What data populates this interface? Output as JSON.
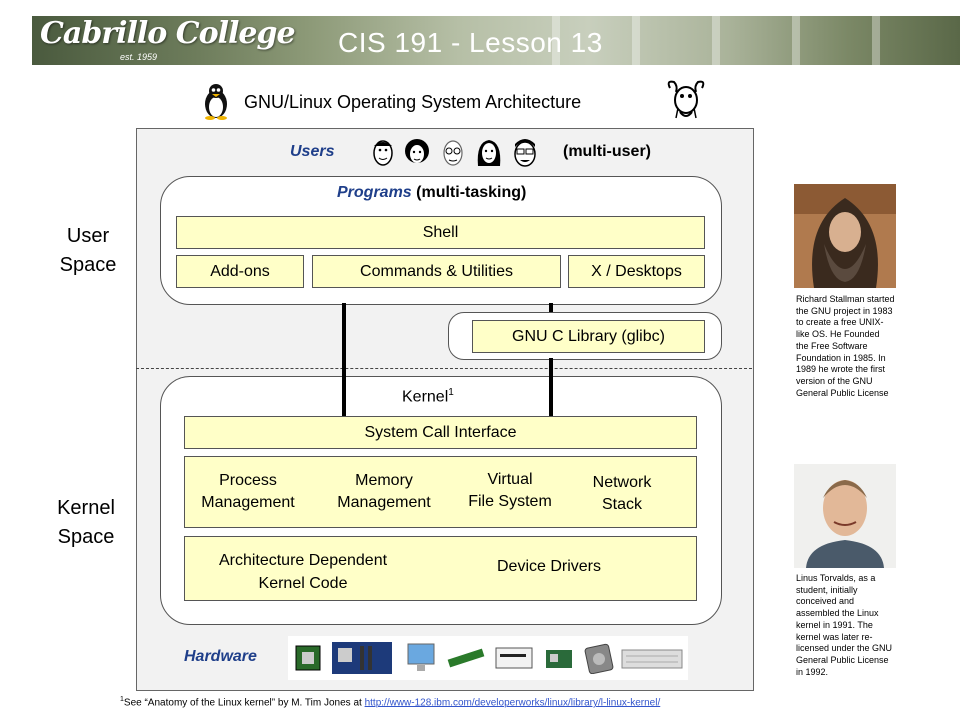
{
  "header": {
    "logo_text": "Cabrillo College",
    "logo_est": "est. 1959",
    "lesson_title": "CIS 191 - Lesson 13"
  },
  "subtitle": "GNU/Linux Operating System Architecture",
  "users": {
    "label": "Users",
    "note": "(multi-user)"
  },
  "programs": {
    "label": "Programs",
    "note": "(multi-tasking)"
  },
  "shell": "Shell",
  "addons": "Add-ons",
  "commands": "Commands & Utilities",
  "desktops": "X / Desktops",
  "glibc": "GNU C Library (glibc)",
  "kernel": {
    "label": "Kernel",
    "sup": "1",
    "syscall": "System Call Interface",
    "process": [
      "Process",
      "Management"
    ],
    "memory": [
      "Memory",
      "Management"
    ],
    "vfs": [
      "Virtual",
      "File System"
    ],
    "network": [
      "Network",
      "Stack"
    ],
    "arch": [
      "Architecture Dependent",
      "Kernel Code"
    ],
    "drivers": "Device Drivers"
  },
  "hardware": "Hardware",
  "side": {
    "user_space": [
      "User",
      "Space"
    ],
    "kernel_space": [
      "Kernel",
      "Space"
    ]
  },
  "stallman_caption": [
    "Richard Stallman started",
    "the GNU project in 1983",
    "to create a free UNIX-",
    "like OS.  He Founded",
    "the Free Software",
    "Foundation in 1985. In",
    "1989 he wrote the first",
    "version of the GNU",
    "General Public License"
  ],
  "torvalds_caption": [
    "Linus Torvalds, as a",
    "student, initially",
    "conceived and",
    "assembled the Linux",
    "kernel in 1991. The",
    "kernel was later re-",
    "licensed under the GNU",
    "General Public License",
    "in 1992."
  ],
  "footnote": {
    "sup": "1",
    "text": "See “Anatomy of the Linux kernel” by M. Tim Jones at ",
    "link": "http://www-128.ibm.com/developerworks/linux/library/l-linux-kernel/"
  },
  "colors": {
    "box_fill": "#ffffc8",
    "label_blue": "#1f3f8a",
    "frame_fill": "#f2f2f2"
  }
}
